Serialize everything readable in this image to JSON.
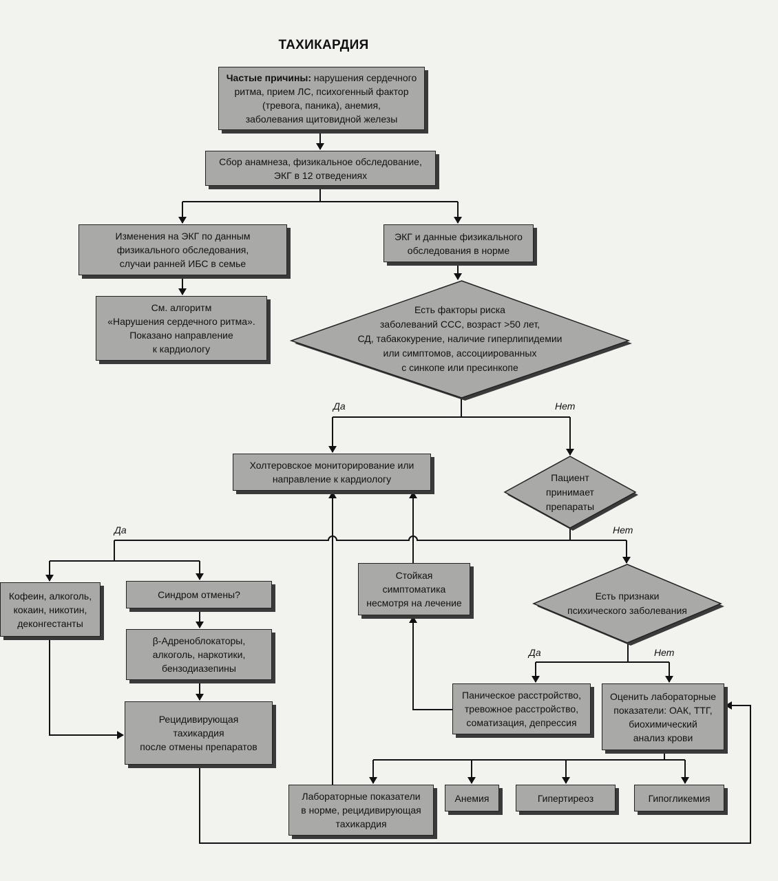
{
  "title": "ТАХИКАРДИЯ",
  "nodes": {
    "causes": {
      "head": "Частые причины:",
      "text": " нарушения сердечного\nритма, прием ЛС, психогенный фактор\n(тревога, паника), анемия,\nзаболевания щитовидной железы"
    },
    "history": "Сбор анамнеза, физикальное обследование,\nЭКГ в 12 отведениях",
    "ecg_changes": "Изменения на ЭКГ по данным\nфизикального обследования,\nслучаи ранней ИБС в семье",
    "ecg_normal": "ЭКГ и данные физикального\nобследования в норме",
    "see_algorithm": "См. алгоритм\n«Нарушения сердечного ритма».\nПоказано направление\nк кардиологу",
    "risk_factors": "Есть факторы риска\nзаболеваний ССС, возраст >50 лет,\nСД, табакокурение, наличие гиперлипидемии\nили симптомов, ассоциированных\nс синкопе или пресинкопе",
    "holter": "Холтеровское мониторирование или\nнаправление к кардиологу",
    "takes_meds": "Пациент\nпринимает\nпрепараты",
    "caffeine": "Кофеин, алкоголь,\nкокаин, никотин,\nдеконгестанты",
    "withdrawal": "Синдром отмены?",
    "beta_blockers": "β-Адреноблокаторы,\nалкоголь, наркотики,\nбензодиазепины",
    "recurrent": "Рецидивирующая\nтахикардия\nпосле отмены препаратов",
    "persistent": "Стойкая\nсимптоматика\nнесмотря на лечение",
    "mental_signs": "Есть признаки\nпсихического заболевания",
    "panic": "Паническое расстройство,\nтревожное расстройство,\nсоматизация, депрессия",
    "labs": "Оценить лабораторные\nпоказатели: ОАК, ТТГ,\nбиохимический\nанализ крови",
    "labs_normal": "Лабораторные показатели\nв норме, рецидивирующая\nтахикардия",
    "anemia": "Анемия",
    "hyperthyroid": "Гипертиреоз",
    "hypoglycemia": "Гипогликемия"
  },
  "labels": {
    "yes_risk": "Да",
    "no_risk": "Нет",
    "yes_meds": "Да",
    "no_meds": "Нет",
    "yes_mental": "Да",
    "no_mental": "Нет"
  }
}
